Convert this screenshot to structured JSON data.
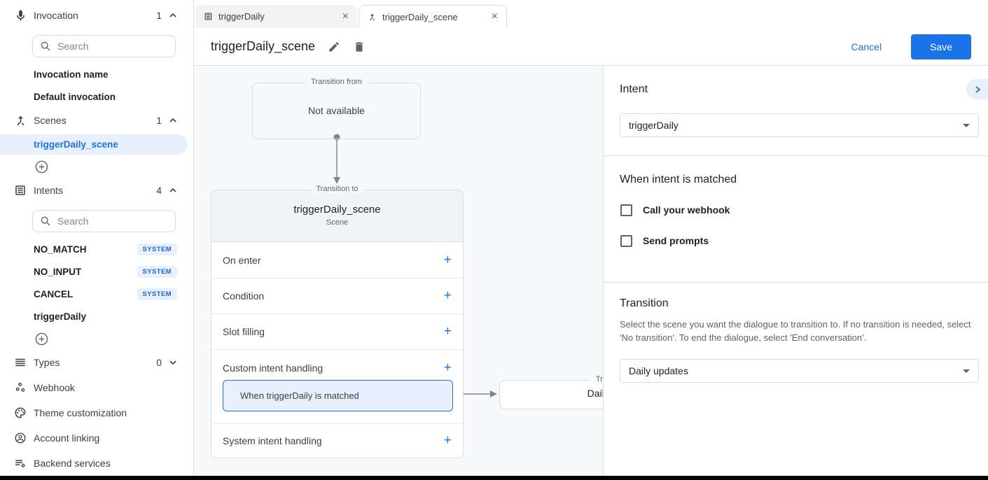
{
  "colors": {
    "accent": "#1a73e8",
    "accent_light_bg": "#e8f0fe",
    "badge_text": "#1967d2",
    "canvas_bg": "#f8f9fa",
    "border": "#dadce0",
    "text_primary": "#202124",
    "text_secondary": "#5f6368"
  },
  "icons": {
    "add": "+",
    "close": "×"
  },
  "sidebar": {
    "invocation": {
      "label": "Invocation",
      "count": "1",
      "search_placeholder": "Search",
      "items": [
        "Invocation name",
        "Default invocation"
      ]
    },
    "scenes": {
      "label": "Scenes",
      "count": "1",
      "selected_item": "triggerDaily_scene"
    },
    "intents": {
      "label": "Intents",
      "count": "4",
      "search_placeholder": "Search",
      "items": [
        {
          "label": "NO_MATCH",
          "badge": "SYSTEM"
        },
        {
          "label": "NO_INPUT",
          "badge": "SYSTEM"
        },
        {
          "label": "CANCEL",
          "badge": "SYSTEM"
        },
        {
          "label": "triggerDaily"
        }
      ]
    },
    "types": {
      "label": "Types",
      "count": "0"
    },
    "webhook": {
      "label": "Webhook"
    },
    "theme": {
      "label": "Theme customization"
    },
    "account_linking": {
      "label": "Account linking"
    },
    "backend_services": {
      "label": "Backend services"
    }
  },
  "tabs": [
    {
      "label": "triggerDaily"
    },
    {
      "label": "triggerDaily_scene"
    }
  ],
  "header": {
    "title": "triggerDaily_scene",
    "cancel_label": "Cancel",
    "save_label": "Save"
  },
  "diagram": {
    "transition_from": {
      "legend": "Transition from",
      "content": "Not available"
    },
    "scene_card": {
      "legend": "Transition to",
      "title": "triggerDaily_scene",
      "subtitle": "Scene",
      "rows": [
        {
          "label": "On enter"
        },
        {
          "label": "Condition"
        },
        {
          "label": "Slot filling"
        },
        {
          "label": "Custom intent handling",
          "child": "When triggerDaily is matched"
        },
        {
          "label": "System intent handling"
        }
      ]
    },
    "target_card": {
      "legend": "Transition to",
      "title": "Daily updates"
    }
  },
  "panel": {
    "intent": {
      "heading": "Intent",
      "selected": "triggerDaily"
    },
    "when_matched": {
      "heading": "When intent is matched",
      "options": [
        {
          "label": "Call your webhook",
          "checked": false
        },
        {
          "label": "Send prompts",
          "checked": false
        }
      ]
    },
    "transition": {
      "heading": "Transition",
      "description": "Select the scene you want the dialogue to transition to. If no transition is needed, select 'No transition'. To end the dialogue, select 'End conversation'.",
      "selected": "Daily updates"
    }
  }
}
